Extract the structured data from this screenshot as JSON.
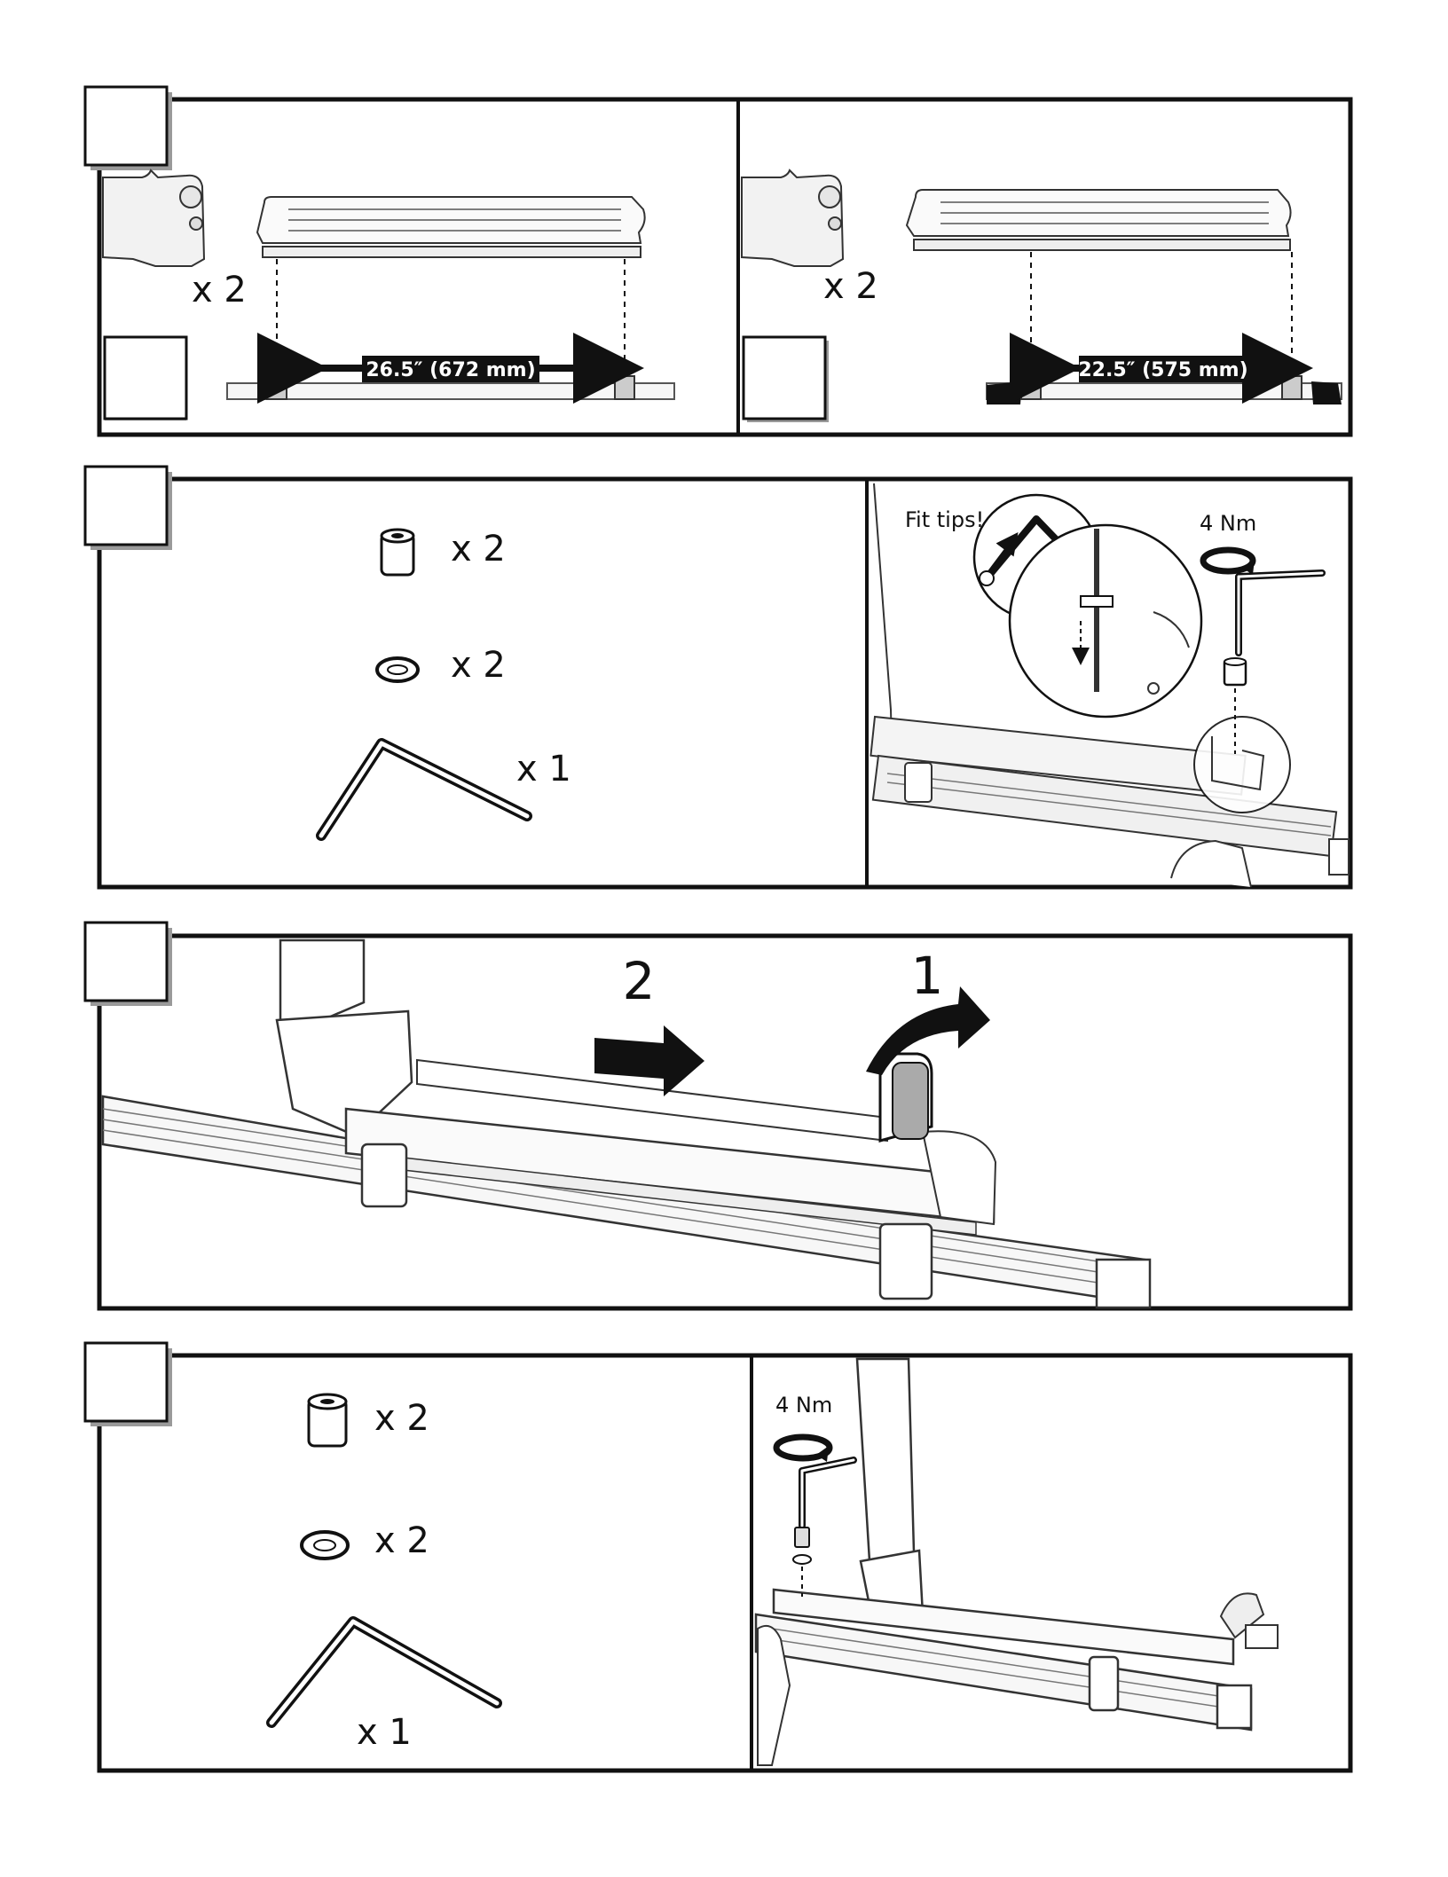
{
  "steps": [
    {
      "left_panel": {
        "quantity": "x 2",
        "dimension": "26.5″ (672 mm)"
      },
      "right_panel": {
        "quantity": "x 2",
        "dimension": "22.5″ (575 mm)"
      }
    },
    {
      "parts": [
        {
          "icon": "spacer-sleeve-icon",
          "quantity": "x 2"
        },
        {
          "icon": "washer-icon",
          "quantity": "x 2"
        },
        {
          "icon": "allen-key-icon",
          "quantity": "x 1"
        }
      ],
      "callout_fit_tips": "Fit tips!",
      "torque": "4 Nm"
    },
    {
      "sequence": [
        "2",
        "1"
      ]
    },
    {
      "parts": [
        {
          "icon": "spacer-sleeve-icon",
          "quantity": "x 2"
        },
        {
          "icon": "washer-icon",
          "quantity": "x 2"
        },
        {
          "icon": "allen-key-icon",
          "quantity": "x 1"
        }
      ],
      "torque": "4 Nm"
    }
  ]
}
